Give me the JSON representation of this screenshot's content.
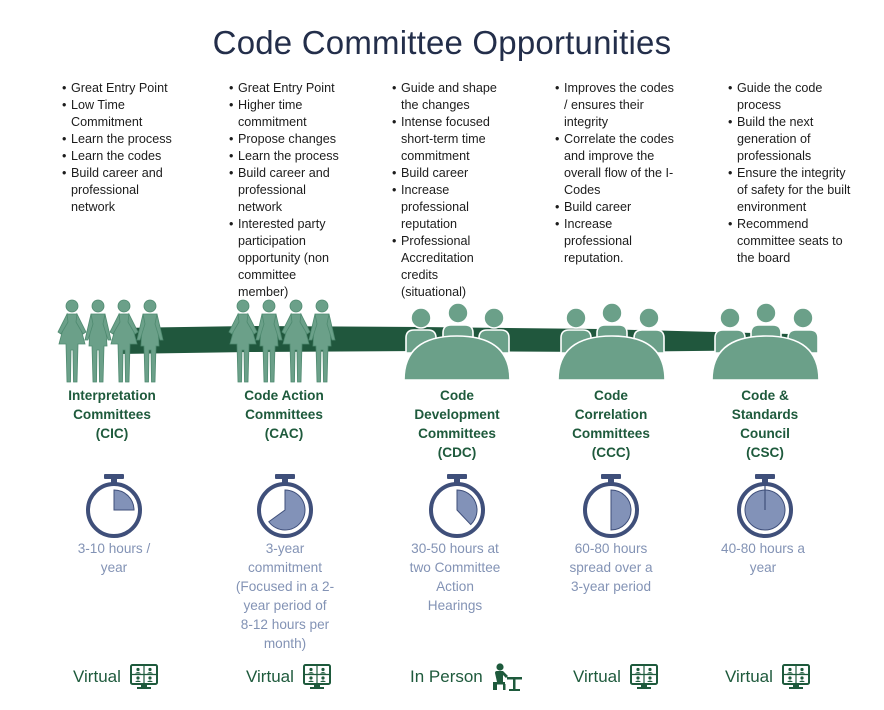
{
  "title": "Code Committee Opportunities",
  "colors": {
    "title": "#232e4a",
    "green_dark": "#1e5a3c",
    "green_band": "#20573d",
    "green_figure": "#6ba089",
    "timer_outline": "#3f4f7a",
    "timer_fill": "#8292b8",
    "time_text": "#8393b5"
  },
  "committees": [
    {
      "bullets": [
        "Great Entry Point",
        "Low Time Commitment",
        "Learn the process",
        "Learn the codes",
        "Build career and professional network"
      ],
      "name_lines": [
        "Interpretation",
        "Committees",
        "(CIC)"
      ],
      "time_lines": [
        "3-10 hours /",
        "year"
      ],
      "timer_fraction": 0.25,
      "mode": "Virtual",
      "mode_icon": "virtual-meeting-icon"
    },
    {
      "bullets": [
        "Great Entry Point",
        "Higher time commitment",
        "Propose changes",
        "Learn the process",
        "Build career and professional network",
        "Interested party participation opportunity (non committee member)"
      ],
      "name_lines": [
        "Code Action",
        "Committees",
        "(CAC)"
      ],
      "time_lines": [
        "3-year",
        "commitment",
        "(Focused in a 2-",
        "year period of",
        "8-12 hours per",
        "month)"
      ],
      "timer_fraction": 0.65,
      "mode": "Virtual",
      "mode_icon": "virtual-meeting-icon"
    },
    {
      "bullets": [
        "Guide and shape the changes",
        "Intense focused short-term time commitment",
        "Build career",
        "Increase professional reputation",
        "Professional Accreditation credits (situational)"
      ],
      "name_lines": [
        "Code",
        "Development",
        "Committees",
        "(CDC)"
      ],
      "time_lines": [
        "30-50 hours at",
        "two Committee",
        "Action",
        "Hearings"
      ],
      "timer_fraction": 0.38,
      "mode": "In Person",
      "mode_icon": "in-person-meeting-icon"
    },
    {
      "bullets": [
        "Improves the codes / ensures their integrity",
        "Correlate the codes and improve the overall flow of the I-Codes",
        "Build career",
        "Increase professional reputation."
      ],
      "name_lines": [
        "Code",
        "Correlation",
        "Committees",
        "(CCC)"
      ],
      "time_lines": [
        "60-80 hours",
        "spread over a",
        "3-year period"
      ],
      "timer_fraction": 0.5,
      "mode": "Virtual",
      "mode_icon": "virtual-meeting-icon"
    },
    {
      "bullets": [
        "Guide the code process",
        "Build the next generation of professionals",
        "Ensure the integrity of safety for the built environment",
        "Recommend committee seats to the board"
      ],
      "name_lines": [
        "Code &",
        "Standards",
        "Council",
        "(CSC)"
      ],
      "time_lines": [
        "40-80 hours a",
        "year"
      ],
      "timer_fraction": 1.0,
      "mode": "Virtual",
      "mode_icon": "virtual-meeting-icon"
    }
  ]
}
